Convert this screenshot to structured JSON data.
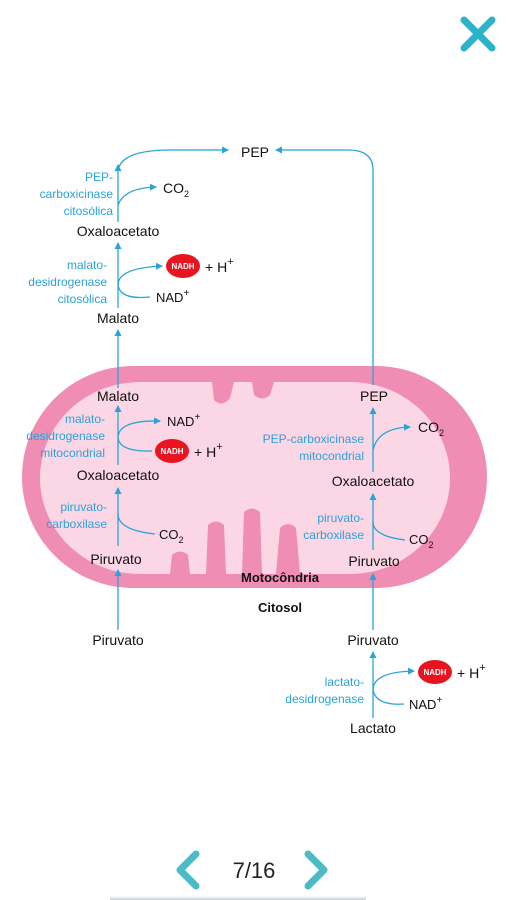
{
  "pager": {
    "current_label": "7/16"
  },
  "diagram": {
    "compartments": {
      "mitochondria": "Motocôndria",
      "cytosol": "Citosol"
    },
    "metabolites": {
      "pep_top": "PEP",
      "oxaloacetate_cyt": "Oxaloacetato",
      "malate_cyt": "Malato",
      "malate_mito": "Malato",
      "oxaloacetate_mito_left": "Oxaloacetato",
      "pyruvate_mito_left": "Piruvato",
      "pep_mito": "PEP",
      "oxaloacetate_mito_right": "Oxaloacetato",
      "pyruvate_mito_right": "Piruvato",
      "pyruvate_cyt_left": "Piruvato",
      "pyruvate_cyt_right": "Piruvato",
      "lactate": "Lactato"
    },
    "enzymes": {
      "pepck_cyt": [
        "PEP-",
        "carboxicinase",
        "citosólica"
      ],
      "mdh_cyt": [
        "malato-",
        "desidrogenase",
        "citosólica"
      ],
      "mdh_mito": [
        "malato-",
        "desidrogenase",
        "mitocondrial"
      ],
      "pc": [
        "piruvato-",
        "carboxilase"
      ],
      "pepck_mito": [
        "PEP-carboxicinase",
        "mitocondrial"
      ],
      "pc_right": [
        "piruvato-",
        "carboxilase"
      ],
      "ldh": [
        "lactato-",
        "desidrogenase"
      ]
    },
    "cofactors": {
      "co2": "CO",
      "co2_sub": "2",
      "nad": "NAD",
      "plus_sign": "+",
      "nadh": "NADH",
      "plus_h": "+ H",
      "h_plus": "+"
    },
    "colors": {
      "membrane_outer": "#f08db4",
      "membrane_inner": "#fbd7e6",
      "enzyme_text": "#29a3d8",
      "nadh_badge": "#e8141f",
      "close_icon": "#2ab3c9",
      "nav_arrows": "#4bbcc6"
    }
  }
}
